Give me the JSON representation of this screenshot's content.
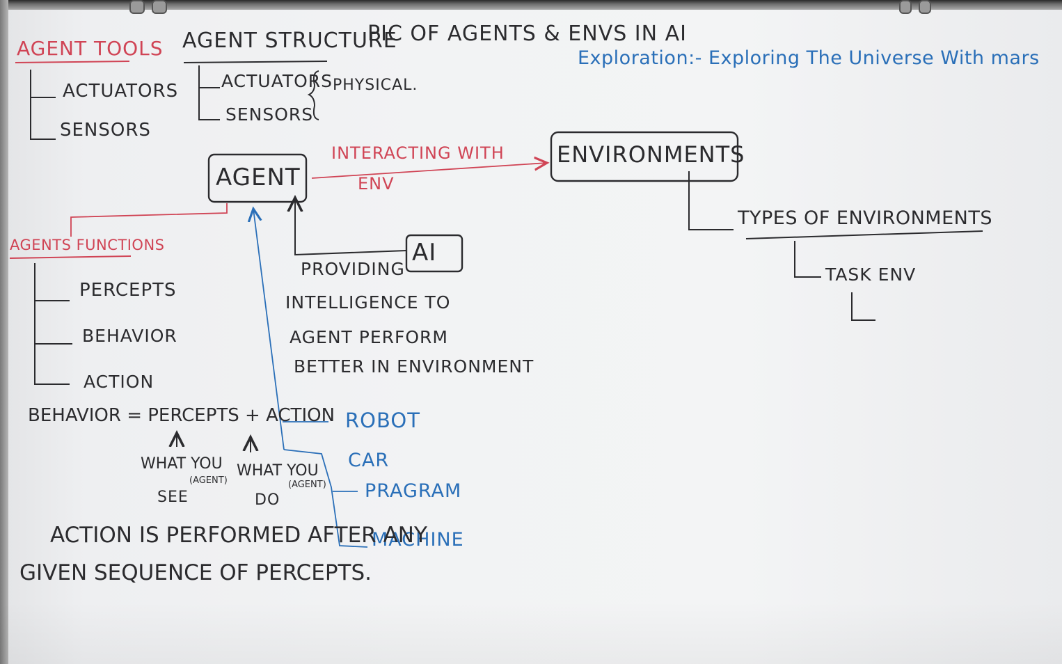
{
  "header": {
    "agent_tools": "AGENT TOOLS",
    "agent_structure": "AGENT STRUCTURE",
    "pic_title": "PIC OF AGENTS & ENVS IN AI",
    "exploration": "Exploration:- Exploring The Universe With mars"
  },
  "agent_tools": {
    "items": [
      "ACTUATORS",
      "SENSORS"
    ]
  },
  "agent_structure": {
    "items": [
      "ACTUATORS",
      "SENSORS"
    ],
    "brace_label": "PHYSICAL."
  },
  "agent": {
    "label": "AGENT"
  },
  "interaction": {
    "line1": "INTERACTING WITH",
    "line2": "ENV"
  },
  "environments": {
    "label": "ENVIRONMENTS",
    "types_label": "TYPES OF ENVIRONMENTS",
    "task_env": "TASK ENV"
  },
  "ai": {
    "label": "AI",
    "desc": [
      "PROVIDING",
      "INTELLIGENCE TO",
      "AGENT PERFORM",
      "BETTER IN ENVIRONMENT"
    ]
  },
  "agent_functions": {
    "label": "AGENTS FUNCTIONS",
    "items": [
      "PERCEPTS",
      "BEHAVIOR",
      "ACTION"
    ]
  },
  "examples": [
    "ROBOT",
    "CAR",
    "PRAGRAM",
    "MACHINE"
  ],
  "formula": {
    "text": "BEHAVIOR = PERCEPTS + ACTION",
    "note_see_1": "WHAT YOU",
    "note_see_agent": "(AGENT)",
    "note_see_2": "SEE",
    "note_do_1": "WHAT YOU",
    "note_do_agent": "(AGENT)",
    "note_do_2": "DO"
  },
  "conclusion": {
    "line1": "ACTION IS PERFORMED AFTER ANY",
    "line2": "GIVEN SEQUENCE OF PERCEPTS."
  },
  "colors": {
    "red_marker": "#d04455",
    "black_marker": "#2b2b2e",
    "blue_marker": "#2a6fb8"
  }
}
